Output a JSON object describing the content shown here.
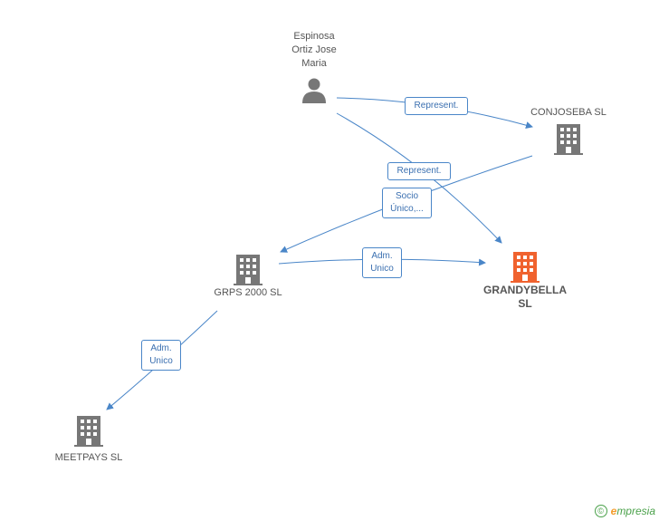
{
  "nodes": {
    "person": {
      "label": "Espinosa\nOrtiz Jose\nMaria",
      "icon": "person-icon"
    },
    "conjoseba": {
      "label": "CONJOSEBA SL",
      "icon": "building-icon"
    },
    "grps": {
      "label": "GRPS 2000 SL",
      "icon": "building-icon"
    },
    "grandybella": {
      "label": "GRANDYBELLA\nSL",
      "icon": "building-icon",
      "color": "#f0622e"
    },
    "meetpays": {
      "label": "MEETPAYS SL",
      "icon": "building-icon"
    }
  },
  "edges": {
    "person_conjoseba": "Represent.",
    "person_grandybella": "Represent.",
    "conjoseba_grps": "Socio\nÚnico,...",
    "grps_grandybella": "Adm.\nUnico",
    "grps_meetpays": "Adm.\nUnico"
  },
  "colors": {
    "edge": "#4a86c8",
    "node_icon": "#777777",
    "focus": "#f0622e"
  },
  "footer": {
    "brand_initial": "e",
    "brand_rest": "mpresia",
    "copyright_symbol": "©"
  }
}
